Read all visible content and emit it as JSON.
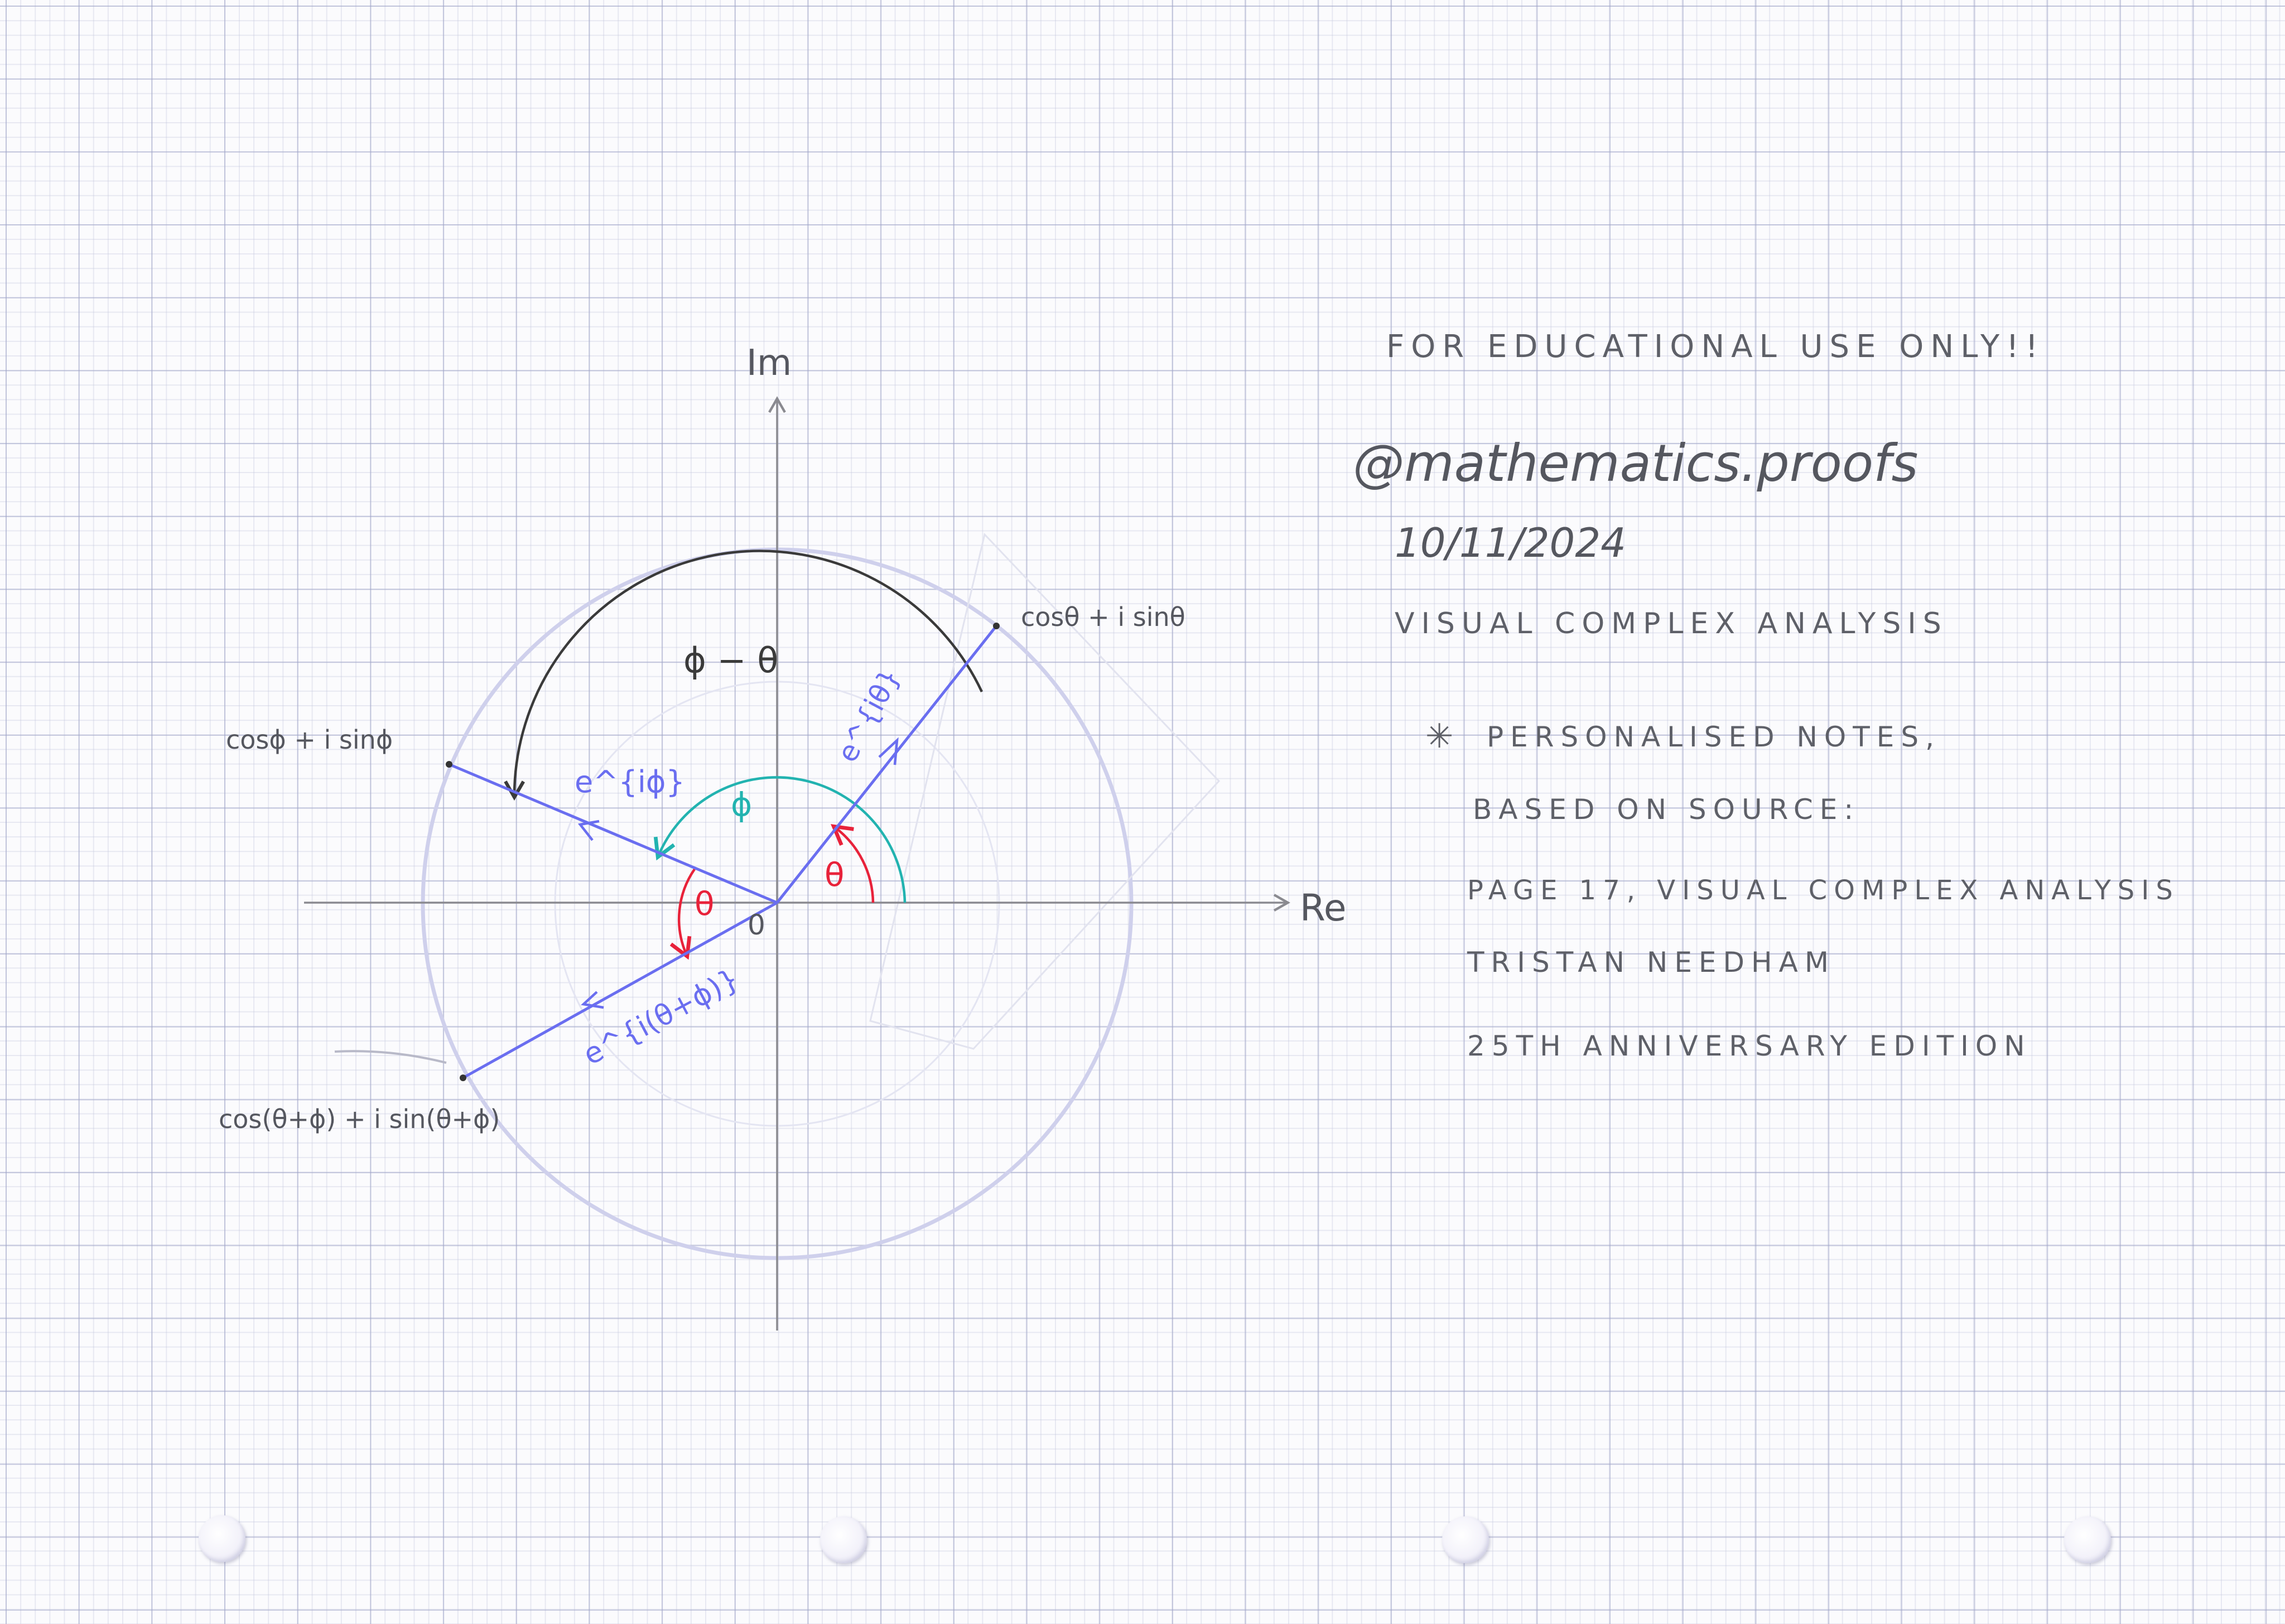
{
  "diagram": {
    "axes": {
      "x_label": "Re",
      "y_label": "Im",
      "origin_label": "0"
    },
    "points": {
      "theta": "cosθ + i sinθ",
      "phi": "cosϕ + i sinϕ",
      "sum": "cos(θ+ϕ) + i sin(θ+ϕ)"
    },
    "vector_labels": {
      "e_i_theta": "e^{iθ}",
      "e_i_phi": "e^{iϕ}",
      "e_i_theta_plus_phi": "e^{i(θ+ϕ)}"
    },
    "angle_labels": {
      "theta_right": "θ",
      "theta_left": "θ",
      "phi": "ϕ",
      "phi_minus_theta": "ϕ − θ"
    },
    "colors": {
      "vector": "#6a6ef0",
      "theta_arc": "#e8223a",
      "phi_arc": "#22b3b0",
      "difference_arc": "#3a3a3a",
      "circle": "#cfd0ec",
      "axis": "#8a8a90"
    }
  },
  "notes": {
    "disclaimer": "FOR EDUCATIONAL USE ONLY!!",
    "handle": "@mathematics.proofs",
    "date": "10/11/2024",
    "title": "VISUAL COMPLEX ANALYSIS",
    "bullet_symbol": "✳",
    "line1": "PERSONALISED NOTES,",
    "line2": "BASED ON SOURCE:",
    "line3": "PAGE 17, VISUAL COMPLEX ANALYSIS",
    "line4": "TRISTAN NEEDHAM",
    "line5": "25TH ANNIVERSARY EDITION"
  }
}
